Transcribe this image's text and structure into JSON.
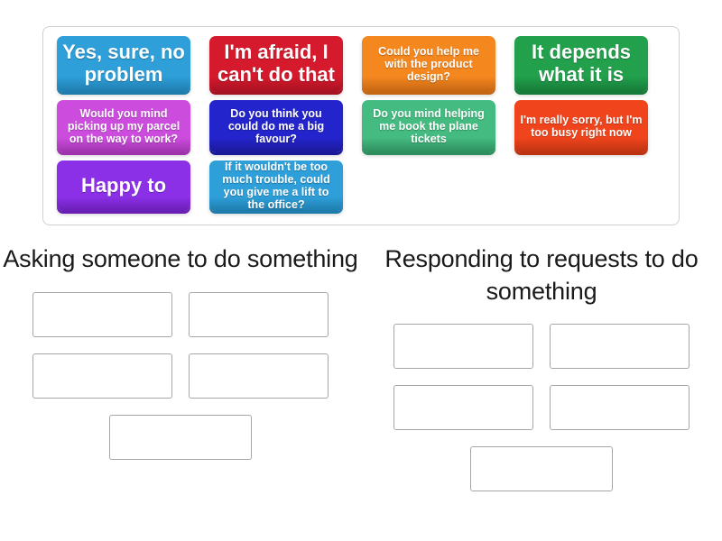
{
  "tray": {
    "name": "word-tile-tray",
    "tiles": [
      {
        "text": "Yes, sure, no problem",
        "color": "#2e9fd9",
        "shadow": "#1f7cad",
        "size": "big",
        "row": "row-tall"
      },
      {
        "text": "I'm afraid, I can't do that",
        "color": "#d61a2d",
        "shadow": "#a61222",
        "size": "big",
        "row": "row-tall"
      },
      {
        "text": "Could you help me with the product design?",
        "color": "#f5871f",
        "shadow": "#c46512",
        "size": "small",
        "row": "row-tall"
      },
      {
        "text": "It depends what it is",
        "color": "#22a04c",
        "shadow": "#167a38",
        "size": "big",
        "row": "row-tall"
      },
      {
        "text": "Would you mind picking up my parcel on the way to work?",
        "color": "#cc4ddd",
        "shadow": "#9e33ad",
        "size": "small",
        "row": "row-mid"
      },
      {
        "text": "Do you think you could do me a big favour?",
        "color": "#2424cc",
        "shadow": "#1a1a99",
        "size": "small",
        "row": "row-mid"
      },
      {
        "text": "Do you mind helping me book the plane tickets",
        "color": "#44bb80",
        "shadow": "#2e8e5e",
        "size": "small",
        "row": "row-mid"
      },
      {
        "text": "I'm really sorry, but I'm too busy right now",
        "color": "#f0441c",
        "shadow": "#bd3312",
        "size": "small",
        "row": "row-mid"
      },
      {
        "text": "Happy to",
        "color": "#8c30e8",
        "shadow": "#6a1fb5",
        "size": "big",
        "row": "row-low"
      },
      {
        "text": "If it wouldn't be too much trouble, could you give me a lift to the office?",
        "color": "#2e9fd9",
        "shadow": "#1f7cad",
        "size": "small",
        "row": "row-low"
      }
    ]
  },
  "columns": [
    {
      "title": "Asking someone to do something",
      "name": "category-asking-someone-to-do-something",
      "slot_count": 5
    },
    {
      "title": "Responding to requests to do something",
      "name": "category-responding-to-requests-to-do-something",
      "slot_count": 5
    }
  ],
  "colors": {
    "tray_border": "#d0d0d0",
    "slot_border": "#a6a6a6",
    "page_background": "#ffffff",
    "title_text": "#1a1a1a"
  }
}
